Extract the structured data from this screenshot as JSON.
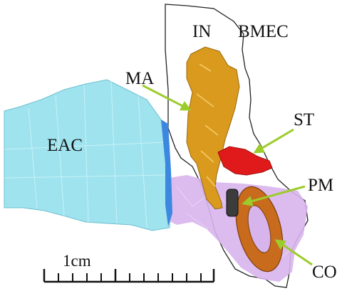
{
  "labels": {
    "in": "IN",
    "bmec": "BMEC",
    "ma": "MA",
    "st": "ST",
    "eac": "EAC",
    "pm": "PM",
    "co": "CO",
    "scale": "1cm"
  },
  "colors": {
    "eac": "#9fe3ee",
    "eac_inner": "#3c87e0",
    "malleus": "#d99a1e",
    "stapes": "#e01a1a",
    "membrane": "#d8b4ec",
    "coil": "#c96b1c",
    "magnet": "#3c3c3c",
    "arrow": "#9ccc2c"
  }
}
